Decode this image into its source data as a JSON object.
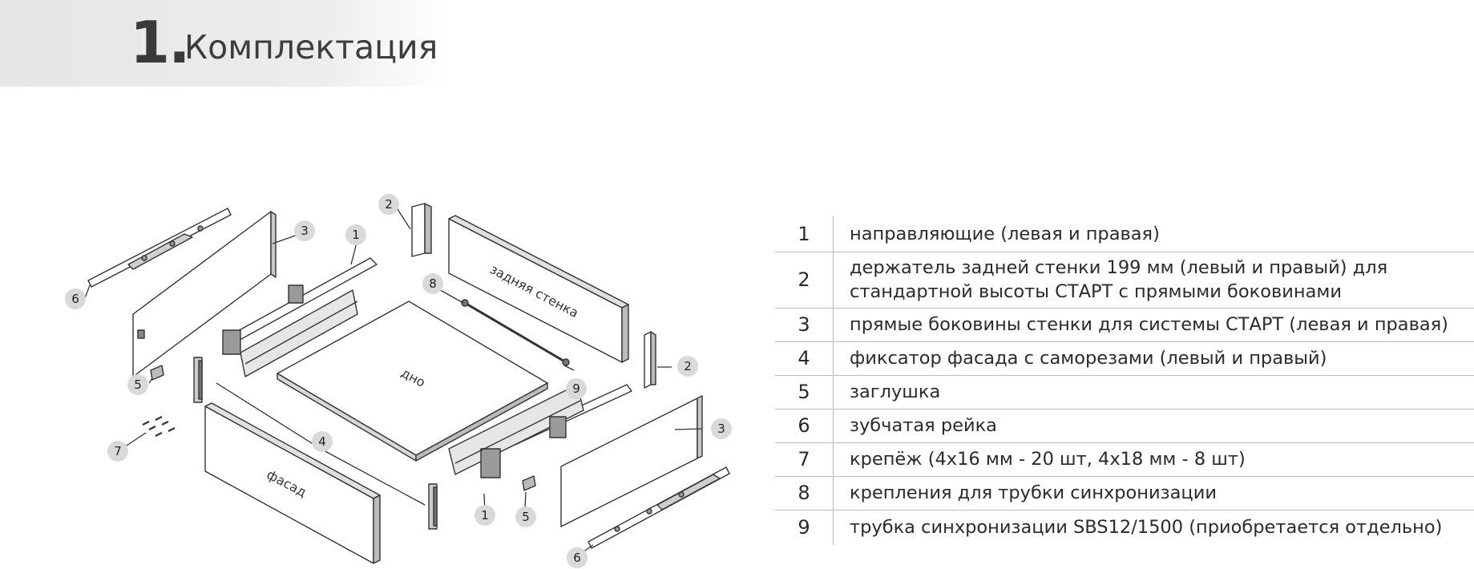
{
  "header": {
    "number": "1.",
    "title": "Комплектация"
  },
  "diagram": {
    "callouts": [
      "1",
      "2",
      "3",
      "4",
      "5",
      "6",
      "7",
      "8",
      "9"
    ],
    "labels": {
      "back_wall": "задняя стенка",
      "bottom": "дно",
      "facade": "фасад"
    }
  },
  "parts_table": [
    {
      "num": "1",
      "lines": [
        "направляющие (левая и правая)"
      ]
    },
    {
      "num": "2",
      "lines": [
        "держатель задней стенки 199 мм (левый и правый) для",
        "стандартной высоты СТАРТ с прямыми боковинами"
      ]
    },
    {
      "num": "3",
      "lines": [
        "прямые боковины стенки для системы СТАРТ (левая и правая)"
      ]
    },
    {
      "num": "4",
      "lines": [
        "фиксатор фасада с саморезами (левый и правый)"
      ]
    },
    {
      "num": "5",
      "lines": [
        "заглушка"
      ]
    },
    {
      "num": "6",
      "lines": [
        "зубчатая рейка"
      ]
    },
    {
      "num": "7",
      "lines": [
        "крепёж (4x16 мм - 20 шт, 4x18 мм - 8 шт)"
      ]
    },
    {
      "num": "8",
      "lines": [
        "крепления для трубки синхронизации"
      ]
    },
    {
      "num": "9",
      "lines": [
        "трубка синхронизации SBS12/1500 (приобретается отдельно)"
      ]
    }
  ]
}
